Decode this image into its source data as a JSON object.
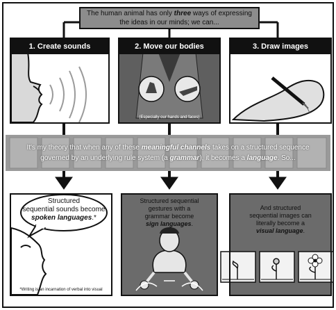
{
  "banner": {
    "line1_prefix": "The human animal has only ",
    "line1_emph": "three",
    "line1_suffix": " ways of expressing",
    "line2": "the ideas in our minds; we can..."
  },
  "panels": {
    "sounds": {
      "title": "1. Create sounds"
    },
    "bodies": {
      "title": "2. Move our bodies",
      "caption": "(Especially our hands and faces)"
    },
    "images": {
      "title": "3. Draw images"
    }
  },
  "strip": {
    "p1": "It's my theory that when any of these ",
    "emph1": "meaningful channels",
    "p2": " takes on a structured sequence",
    "p3": "governed by an underlying rule system (a ",
    "emph2": "grammar",
    "p4": "), it becomes a ",
    "emph3": "language",
    "p5": ". So..."
  },
  "outcomes": {
    "spoken": {
      "l1": "Structured",
      "l2": "sequential sounds become",
      "emph": "spoken languages",
      "suffix": ".*",
      "footnote": "*Writing is an incarnation of verbal into visual"
    },
    "sign": {
      "l1": "Structured sequential",
      "l2": "gestures with a",
      "l3": "grammar become",
      "emph": "sign languages",
      "suffix": "."
    },
    "visual": {
      "l1": "And structured",
      "l2": "sequential images can",
      "l3": "literally become a",
      "emph": "visual language",
      "suffix": "."
    }
  },
  "colors": {
    "ink": "#111111",
    "banner_gray": "#8c8c8c",
    "strip_gray": "#9a9a9a",
    "panel_gray": "#6b6b6b",
    "light_gray": "#d9d9d9"
  }
}
